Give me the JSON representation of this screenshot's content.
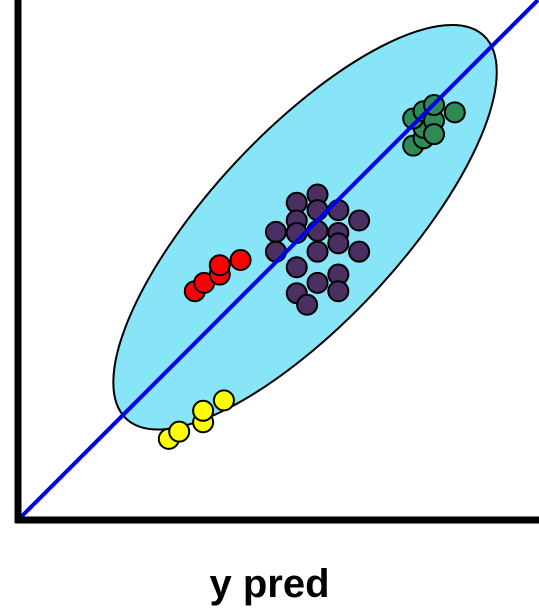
{
  "chart_data": {
    "type": "scatter",
    "title": "",
    "xlabel": "y pred",
    "ylabel": "",
    "xlim": [
      0,
      100
    ],
    "ylim": [
      0,
      100
    ],
    "grid": false,
    "legend": "none",
    "fit_line": {
      "x": [
        0,
        100
      ],
      "y": [
        0,
        100
      ],
      "color": "#0000ee"
    },
    "ellipse": {
      "center": [
        55.2,
        56.3
      ],
      "fill": "#88e4f7",
      "stroke": "#000000"
    },
    "series": [
      {
        "color": "#ff0000",
        "points": [
          [
            34.0,
            44.0
          ],
          [
            35.8,
            45.6
          ],
          [
            38.8,
            47.2
          ],
          [
            38.8,
            49.0
          ],
          [
            42.8,
            50.0
          ]
        ]
      },
      {
        "color": "#ffff00",
        "points": [
          [
            29.0,
            15.6
          ],
          [
            31.0,
            17.0
          ],
          [
            35.6,
            18.8
          ],
          [
            35.6,
            21.0
          ],
          [
            39.6,
            23.0
          ]
        ]
      },
      {
        "color": "#4a2f63",
        "points": [
          [
            53.6,
            61.0
          ],
          [
            57.6,
            62.6
          ],
          [
            53.6,
            57.6
          ],
          [
            57.6,
            59.6
          ],
          [
            61.6,
            59.6
          ],
          [
            49.6,
            55.4
          ],
          [
            53.6,
            55.2
          ],
          [
            57.6,
            55.6
          ],
          [
            61.6,
            55.2
          ],
          [
            65.6,
            57.6
          ],
          [
            49.6,
            51.6
          ],
          [
            57.6,
            51.6
          ],
          [
            61.6,
            53.2
          ],
          [
            65.6,
            51.6
          ],
          [
            53.6,
            48.6
          ],
          [
            61.6,
            47.2
          ],
          [
            57.6,
            45.6
          ],
          [
            53.6,
            43.6
          ],
          [
            61.6,
            44.0
          ],
          [
            55.6,
            41.4
          ]
        ]
      },
      {
        "color": "#2e8b57",
        "points": [
          [
            76.0,
            72.0
          ],
          [
            78.0,
            73.4
          ],
          [
            78.0,
            75.4
          ],
          [
            76.0,
            77.2
          ],
          [
            78.0,
            78.6
          ],
          [
            80.0,
            76.8
          ],
          [
            80.0,
            79.8
          ],
          [
            84.0,
            78.4
          ],
          [
            80.0,
            74.2
          ]
        ]
      }
    ]
  }
}
